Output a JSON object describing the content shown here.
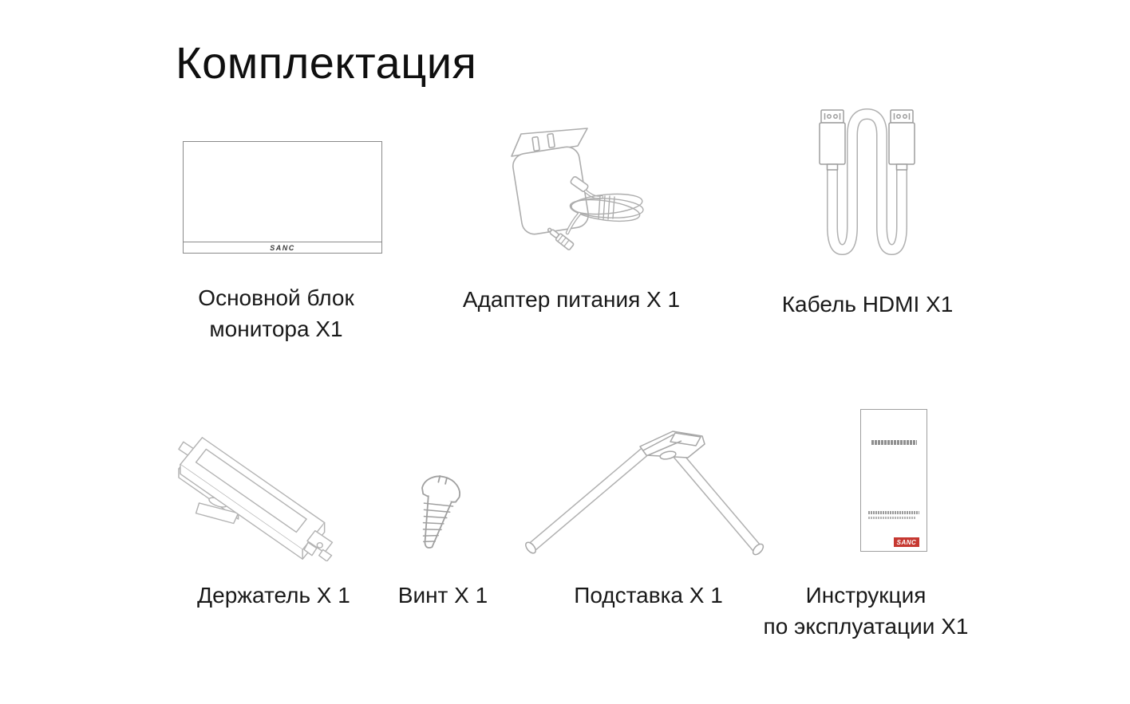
{
  "page": {
    "title": "Комплектация",
    "background": "#ffffff"
  },
  "colors": {
    "line_art": "#adadad",
    "monitor_outline": "#8a8a8a",
    "caption_text": "#191919",
    "badge_red": "#c63831"
  },
  "items": [
    {
      "id": "monitor",
      "caption_line1": "Основной блок",
      "caption_line2": "монитора X1",
      "brand": "SANC"
    },
    {
      "id": "power-adapter",
      "caption": "Адаптер питания X 1"
    },
    {
      "id": "hdmi-cable",
      "caption": "Кабель HDMI X1"
    },
    {
      "id": "holder",
      "caption": "Держатель X 1"
    },
    {
      "id": "screw",
      "caption": "Винт X 1"
    },
    {
      "id": "stand",
      "caption": "Подставка X 1"
    },
    {
      "id": "manual",
      "caption_line1": "Инструкция",
      "caption_line2": "по эксплуатации X1",
      "brand": "SANC"
    }
  ]
}
